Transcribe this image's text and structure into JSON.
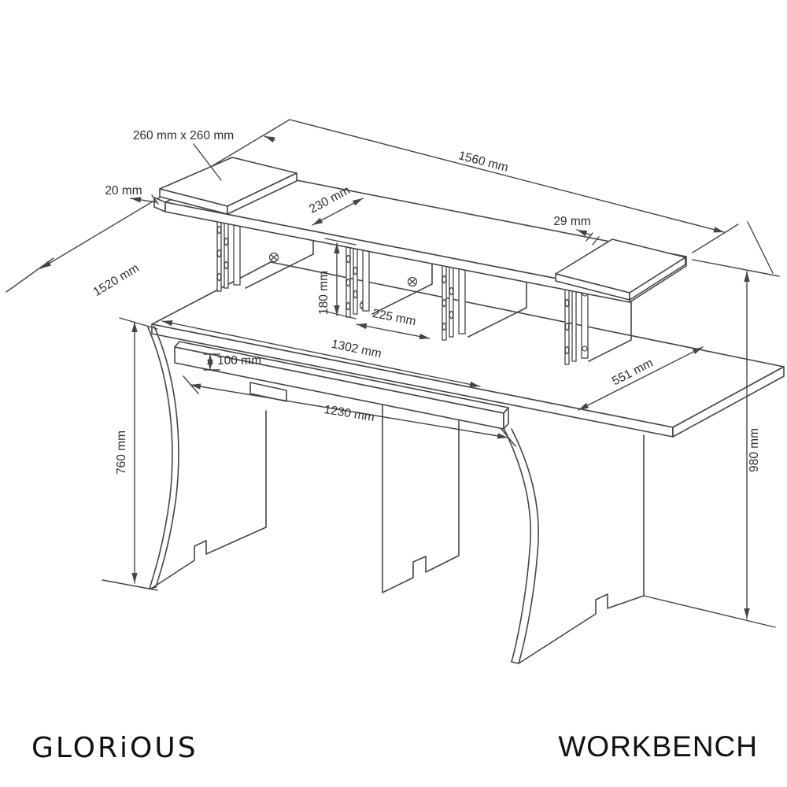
{
  "branding": {
    "logo": "GLORiOUS",
    "product_name": "WORKBENCH"
  },
  "drawing": {
    "background": "#ffffff",
    "line_color": "#454545",
    "text_color": "#2e2e2e"
  },
  "dims": {
    "platform_size": "260 mm x 260 mm",
    "platform_thickness": "20 mm",
    "shelf_length": "1560 mm",
    "shelf_depth": "230 mm",
    "board_thickness": "29 mm",
    "desktop_length": "1520 mm",
    "rack_opening_height": "180 mm",
    "rack_bay_width": "225 mm",
    "inner_width": "1302 mm",
    "tray_front_height": "100 mm",
    "desk_depth": "551 mm",
    "tray_width": "1230 mm",
    "desk_height": "760 mm",
    "total_height": "980 mm"
  }
}
